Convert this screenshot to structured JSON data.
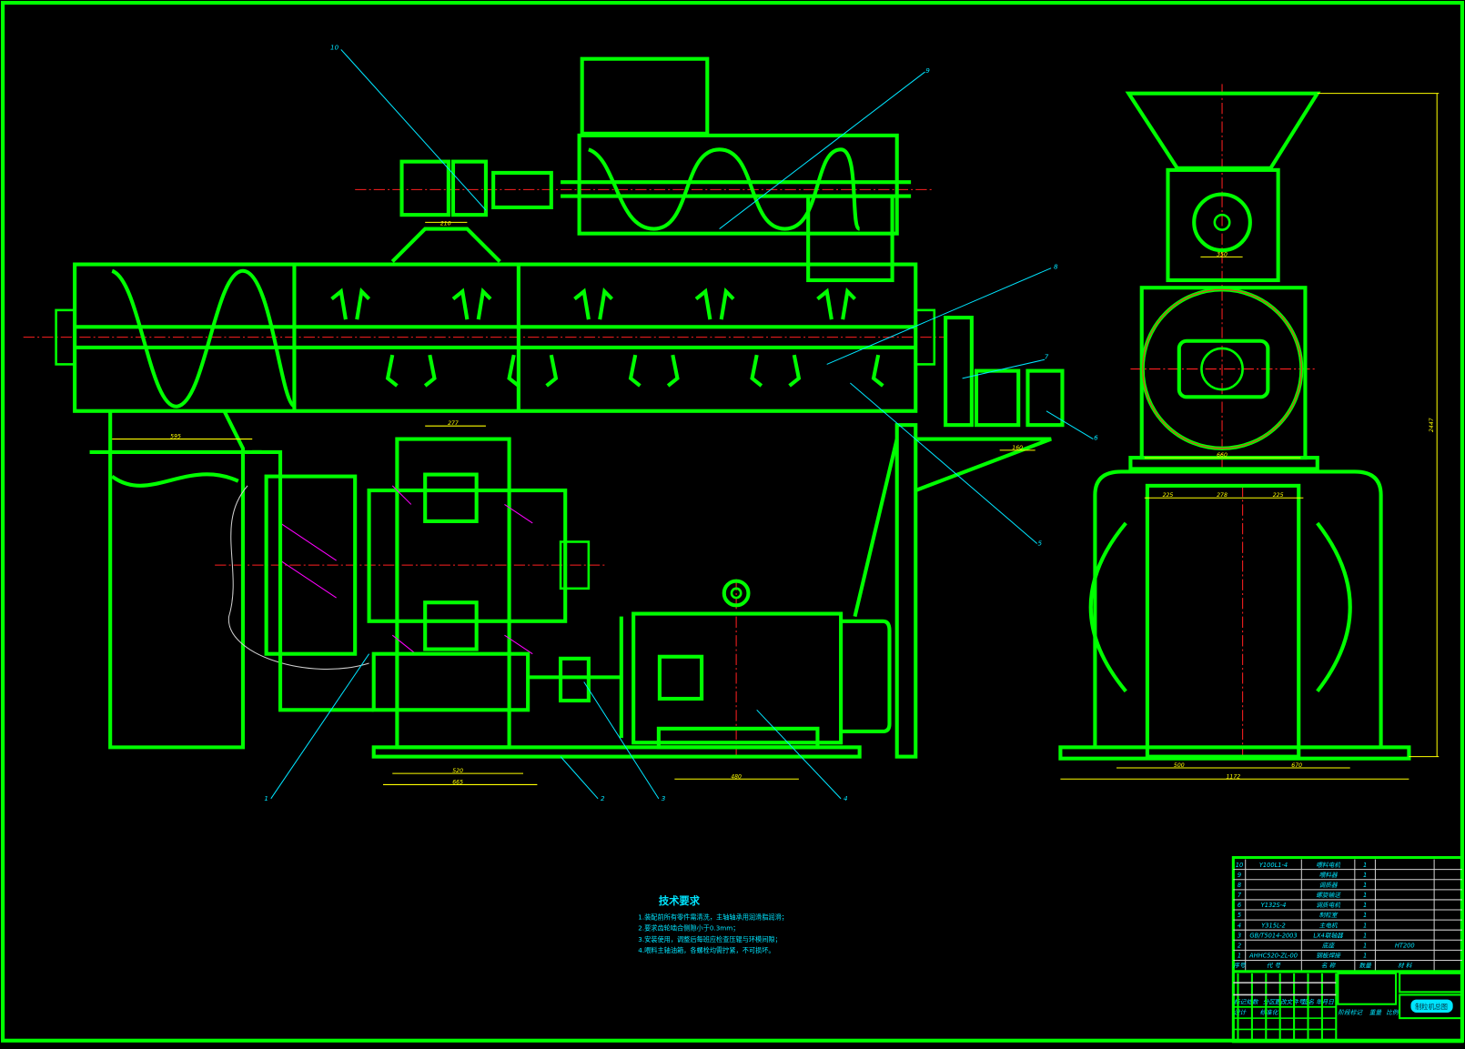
{
  "drawing": {
    "balloons": [
      "1",
      "2",
      "3",
      "4",
      "5",
      "6",
      "7",
      "8",
      "9",
      "10"
    ],
    "dimensions": [
      "210",
      "277",
      "595",
      "160",
      "520",
      "665",
      "480",
      "350",
      "660",
      "225",
      "278",
      "225",
      "500",
      "670",
      "1172",
      "2447"
    ],
    "technical_requirements": {
      "title": "技术要求",
      "items": [
        "1.装配前所有零件需清洗，主轴轴承用润滑脂润滑；",
        "2.要求齿轮啮合侧隙小于0.3mm；",
        "3.安装使用，调整后每班应检查压辊与环模间隙；",
        "4.喂料主轴油箱，各螺栓均需拧紧，不可损坏。"
      ]
    },
    "bom": {
      "rows": [
        {
          "no": "10",
          "code": "Y100L1-4",
          "name": "喂料电机",
          "qty": "1",
          "material": ""
        },
        {
          "no": "9",
          "code": "",
          "name": "喂料器",
          "qty": "1",
          "material": ""
        },
        {
          "no": "8",
          "code": "",
          "name": "调质器",
          "qty": "1",
          "material": ""
        },
        {
          "no": "7",
          "code": "",
          "name": "螺旋输送",
          "qty": "1",
          "material": ""
        },
        {
          "no": "6",
          "code": "Y132S-4",
          "name": "调质电机",
          "qty": "1",
          "material": ""
        },
        {
          "no": "5",
          "code": "",
          "name": "制粒室",
          "qty": "1",
          "material": ""
        },
        {
          "no": "4",
          "code": "Y315L-2",
          "name": "主电机",
          "qty": "1",
          "material": ""
        },
        {
          "no": "3",
          "code": "GB/T5014-2003",
          "name": "LX4联轴器",
          "qty": "1",
          "material": ""
        },
        {
          "no": "2",
          "code": "",
          "name": "底座",
          "qty": "1",
          "material": "HT200"
        },
        {
          "no": "1",
          "code": "AHHC520-ZL-00",
          "name": "钢板焊接",
          "qty": "1",
          "material": ""
        }
      ],
      "header": {
        "no": "序号",
        "code": "代  号",
        "name": "名  称",
        "qty": "数量",
        "material": "材  料"
      }
    },
    "title_block": {
      "labels": [
        "标记",
        "处数",
        "分区",
        "更改文件号",
        "签名",
        "年月日",
        "设计",
        "标准化",
        "阶段标记",
        "重量",
        "比例"
      ],
      "drawing_name": "制粒机总图"
    }
  }
}
